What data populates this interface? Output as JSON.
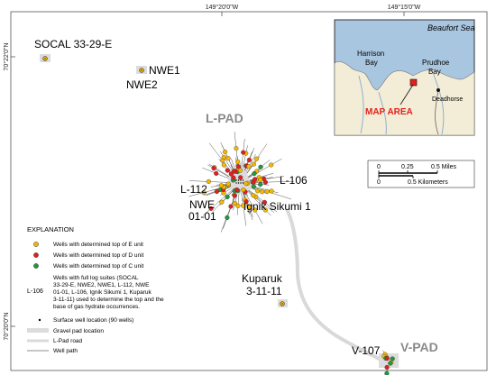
{
  "coords": {
    "lon_top_left": "149°20'0\"W",
    "lon_top_right": "149°15'0\"W",
    "lat_upper": "70°22'0\"N",
    "lat_lower": "70°20'0\"N"
  },
  "pads": {
    "l_pad": "L-PAD",
    "v_pad": "V-PAD"
  },
  "wells": {
    "socal": "SOCAL 33-29-E",
    "nwe1": "NWE1",
    "nwe2": "NWE2",
    "l112": "L-112",
    "l106": "L-106",
    "nwe0101_line1": "NWE",
    "nwe0101_line2": "01-01",
    "ignik": "Ignik Sikumi 1",
    "kuparuk_line1": "Kuparuk",
    "kuparuk_line2": "3-11-11",
    "v107": "V-107"
  },
  "inset": {
    "sea": "Beaufort Sea",
    "harrison_line1": "Harrison",
    "harrison_line2": "Bay",
    "prudhoe_line1": "Prudhoe",
    "prudhoe_line2": "Bay",
    "deadhorse": "Deadhorse",
    "map_area": "MAP AREA",
    "colors": {
      "land": "#f3ecd6",
      "water": "#a9c6e0",
      "box": "#e3201b"
    }
  },
  "scalebar": {
    "miles_ticks": [
      "0",
      "0.25",
      "0.5 Miles"
    ],
    "km_ticks": [
      "0",
      "0.5 Kilometers"
    ]
  },
  "legend": {
    "title": "EXPLANATION",
    "e_unit": "Wells with determined top of E unit",
    "d_unit": "Wells with determined top of D unit",
    "c_unit": "Wells with determined top of C unit",
    "full_suite_label": "L-106",
    "full_suite_lines": [
      "Wells with full log suites (SOCAL",
      "33-29-E, NWE2, NWE1, L-112, NWE",
      "01-01, L-106, Ignik Sikumi 1, Kuparuk",
      "3-11-11) used to determine the top and the",
      "base of gas hydrate occurrences."
    ],
    "surface_well": "Surface well location (90 wells)",
    "gravel_pad": "Gravel pad location",
    "lpad_road": "L-Pad road",
    "well_path": "Well path",
    "colors": {
      "e_unit": "#f5b800",
      "d_unit": "#e02020",
      "c_unit": "#1e9a3a",
      "pad": "#dcdcdc",
      "road": "#dadada"
    }
  }
}
